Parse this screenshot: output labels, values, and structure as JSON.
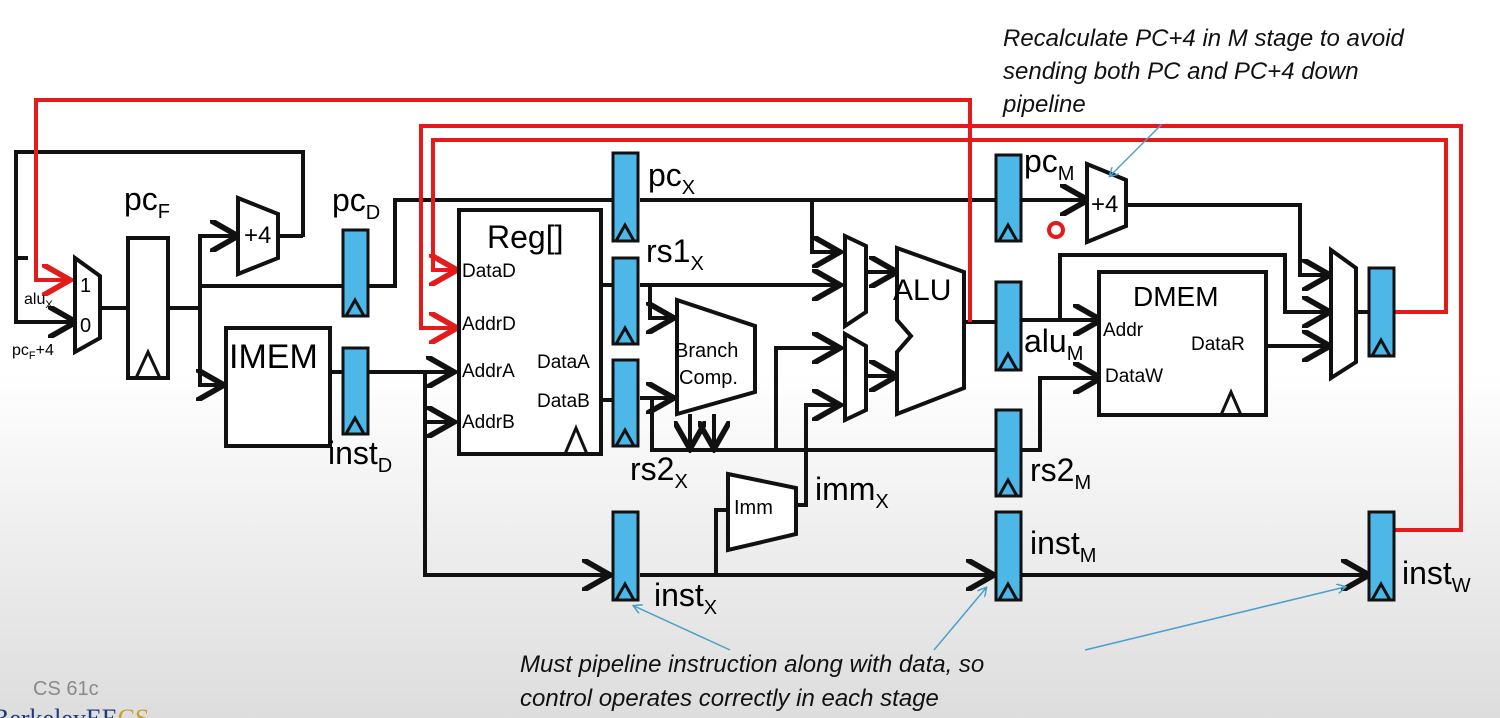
{
  "diagram": {
    "blocks": {
      "reg_file": "Reg[]",
      "imem": "IMEM",
      "dmem": "DMEM",
      "alu": "ALU",
      "branch_comp_line1": "Branch",
      "branch_comp_line2": "Comp.",
      "imm": "Imm",
      "adder_f": "+4",
      "adder_m": "+4"
    },
    "regfile_ports": {
      "datad": "DataD",
      "addrd": "AddrD",
      "addra": "AddrA",
      "addrb": "AddrB",
      "dataa": "DataA",
      "datab": "DataB"
    },
    "dmem_ports": {
      "addr": "Addr",
      "dataw": "DataW",
      "datar": "DataR"
    },
    "pc_mux": {
      "in1": "1",
      "in0": "0",
      "sel_alu_base": "alu",
      "sel_alu_sub": "X",
      "sel_pc_base": "pc",
      "sel_pc_sub": "F",
      "sel_pc_suffix": "+4"
    },
    "signals": {
      "pc_f": {
        "base": "pc",
        "sub": "F"
      },
      "pc_d": {
        "base": "pc",
        "sub": "D"
      },
      "inst_d": {
        "base": "inst",
        "sub": "D"
      },
      "pc_x": {
        "base": "pc",
        "sub": "X"
      },
      "rs1_x": {
        "base": "rs1",
        "sub": "X"
      },
      "rs2_x": {
        "base": "rs2",
        "sub": "X"
      },
      "imm_x": {
        "base": "imm",
        "sub": "X"
      },
      "inst_x": {
        "base": "inst",
        "sub": "X"
      },
      "pc_m": {
        "base": "pc",
        "sub": "M"
      },
      "alu_m": {
        "base": "alu",
        "sub": "M"
      },
      "rs2_m": {
        "base": "rs2",
        "sub": "M"
      },
      "inst_m": {
        "base": "inst",
        "sub": "M"
      },
      "inst_w": {
        "base": "inst",
        "sub": "W"
      }
    }
  },
  "annotations": {
    "top_note": [
      "Recalculate PC+4 in M stage to avoid",
      "sending both PC and PC+4 down",
      "pipeline"
    ],
    "bottom_note": [
      "Must pipeline instruction along with data, so",
      "control operates correctly in each stage"
    ]
  },
  "footer": {
    "course": "CS 61c",
    "logo_part1": "Berkeley",
    "logo_part2": "EE",
    "logo_part3": "CS"
  },
  "colors": {
    "pipeline_register": "#4db8e8",
    "highlight_wire": "#e31b1b",
    "wire": "#111111",
    "logo_blue": "#1f3a7a",
    "logo_gold": "#c8a02a"
  }
}
